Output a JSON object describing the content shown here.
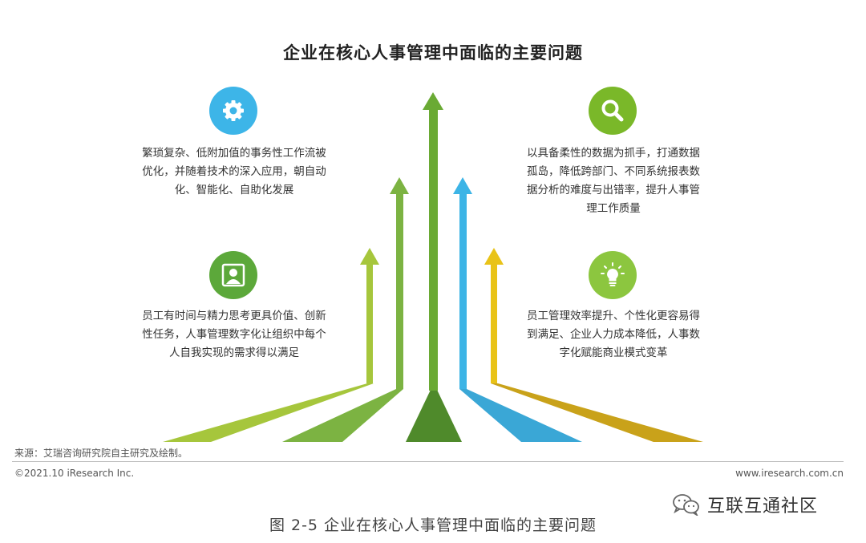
{
  "title": "企业在核心人事管理中面临的主要问题",
  "items": [
    {
      "icon": "gear-icon",
      "color": "#3db5e8",
      "text_lines": [
        "繁琐复杂、低附加值的事务性工作流被",
        "优化，并随着技术的深入应用，朝自动",
        "化、智能化、自助化发展"
      ]
    },
    {
      "icon": "search-icon",
      "color": "#7ab829",
      "text_lines": [
        "以具备柔性的数据为抓手，打通数据",
        "孤岛，降低跨部门、不同系统报表数",
        "据分析的难度与出错率，提升人事管",
        "理工作质量"
      ]
    },
    {
      "icon": "person-icon",
      "color": "#5ca83a",
      "text_lines": [
        "员工有时间与精力思考更具价值、创新",
        "性任务，人事管理数字化让组织中每个",
        "人自我实现的需求得以满足"
      ]
    },
    {
      "icon": "lightbulb-icon",
      "color": "#8cc63f",
      "text_lines": [
        "员工管理效率提升、个性化更容易得",
        "到满足、企业人力成本降低，人事数",
        "字化赋能商业模式变革"
      ]
    }
  ],
  "arrow_colors": [
    "#a6c63c",
    "#7cb342",
    "#5e9e2e",
    "#3cb4e6",
    "#e9c318"
  ],
  "source": "来源：艾瑞咨询研究院自主研究及绘制。",
  "copyright": "©2021.10 iResearch Inc.",
  "site": "www.iresearch.com.cn",
  "caption": "图 2-5  企业在核心人事管理中面临的主要问题",
  "watermark": "互联互通社区"
}
